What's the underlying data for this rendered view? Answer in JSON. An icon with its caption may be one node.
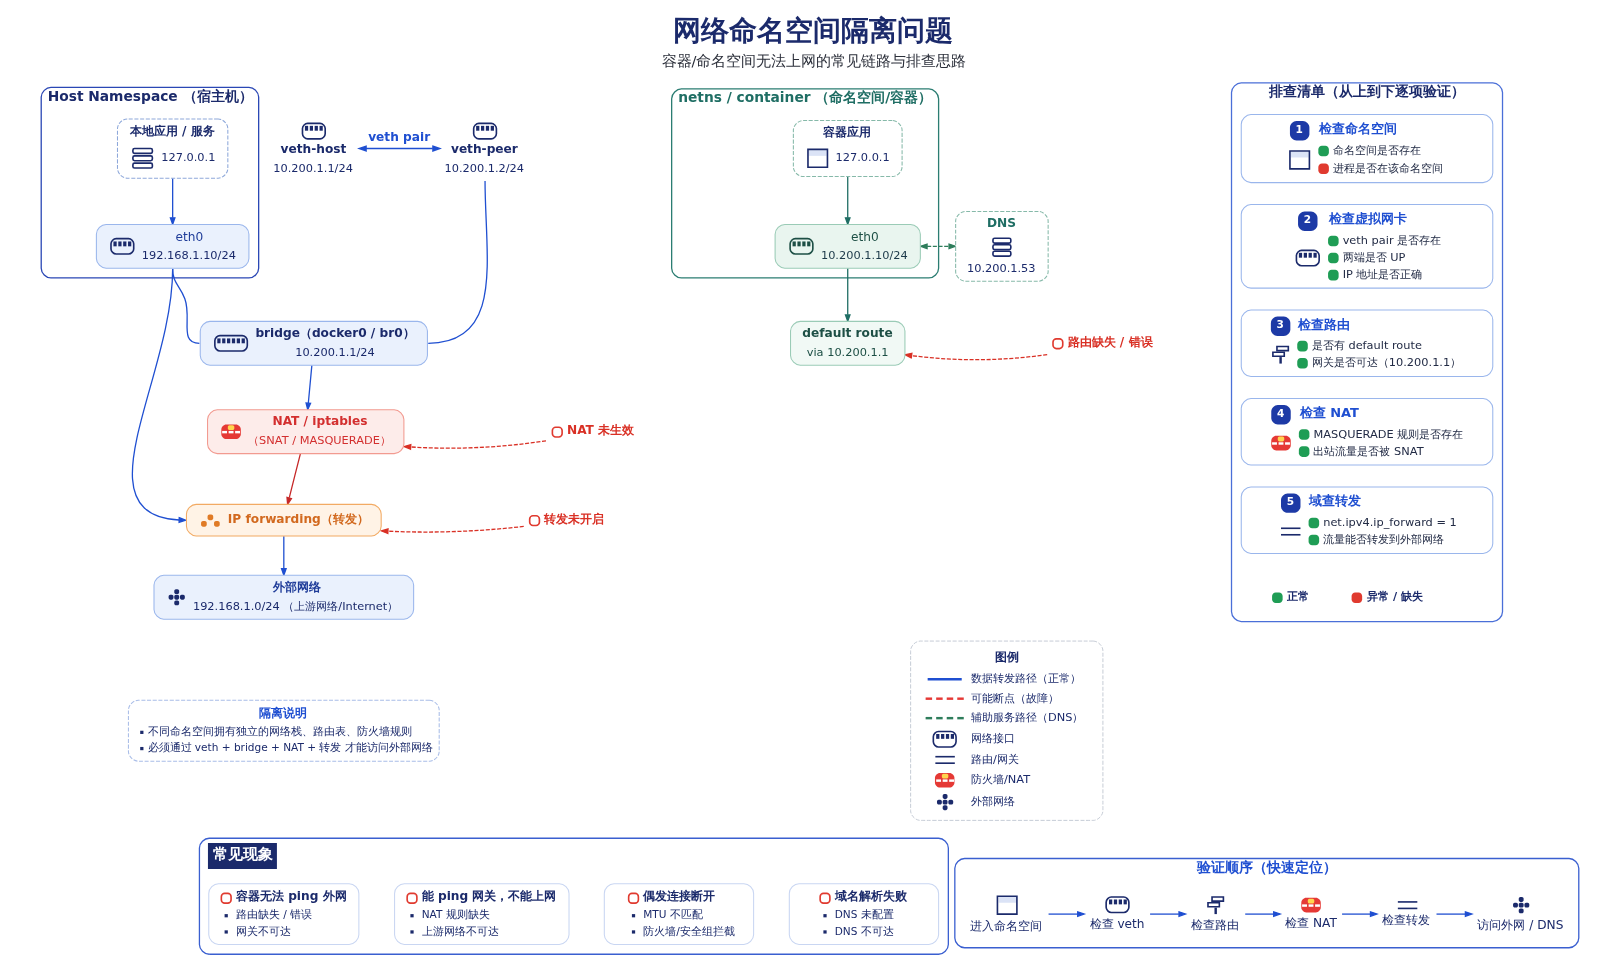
{
  "diagram": {
    "title": "网络命名空间隔离问题",
    "caption": "容器/命名空间无法上网的常见链路与排查思路",
    "nodes": [
      {
        "text": [
          "Host Namespace （宿主机）"
        ]
      },
      {
        "text": [
          "本地应用 / 服务",
          "127.0.0.1"
        ],
        "in": 0
      },
      {
        "text": [
          "eth0",
          "192.168.1.10/24"
        ],
        "in": 0
      },
      {
        "text": [
          "veth-host",
          "10.200.1.1/24"
        ]
      },
      {
        "text": [
          "veth-peer",
          "10.200.1.2/24"
        ]
      },
      {
        "text": [
          "netns / container （命名空间/容器）"
        ]
      },
      {
        "text": [
          "容器应用",
          "127.0.0.1"
        ],
        "in": 5
      },
      {
        "text": [
          "eth0",
          "10.200.1.10/24"
        ],
        "in": 5
      },
      {
        "text": [
          "DNS",
          "10.200.1.53"
        ]
      },
      {
        "text": [
          "default route",
          "via 10.200.1.1"
        ]
      },
      {
        "text": [
          "bridge（docker0 / br0）",
          "10.200.1.1/24"
        ]
      },
      {
        "text": [
          "NAT / iptables",
          "（SNAT / MASQUERADE）"
        ]
      },
      {
        "text": [
          "IP forwarding（转发）"
        ]
      },
      {
        "text": [
          "外部网络",
          "192.168.1.0/24 （上游网络/Internet）"
        ]
      },
      {
        "text": [
          "路由缺失 / 错误"
        ]
      },
      {
        "text": [
          "NAT 未生效"
        ]
      },
      {
        "text": [
          "转发未开启"
        ]
      },
      {
        "text": [
          "隔离说明",
          "不同命名空间拥有独立的网络栈、路由表、防火墙规则",
          "必须通过 veth + bridge + NAT + 转发 才能访问外部网络"
        ]
      },
      {
        "text": [
          "排查清单（从上到下逐项验证）"
        ]
      },
      {
        "text": [
          "1",
          "检查命名空间",
          "命名空间是否存在",
          "进程是否在该命名空间"
        ],
        "in": 18
      },
      {
        "text": [
          "2",
          "检查虚拟网卡",
          "veth pair 是否存在",
          "两端是否 UP",
          "IP 地址是否正确"
        ],
        "in": 18
      },
      {
        "text": [
          "3",
          "检查路由",
          "是否有 default route",
          "网关是否可达（10.200.1.1）"
        ],
        "in": 18
      },
      {
        "text": [
          "4",
          "检查 NAT",
          "MASQUERADE 规则是否存在",
          "出站流量是否被 SNAT"
        ],
        "in": 18
      },
      {
        "text": [
          "5",
          "域查转发",
          "net.ipv4.ip_forward = 1",
          "流量能否转发到外部网络"
        ],
        "in": 18
      },
      {
        "text": [
          "常见现象"
        ]
      },
      {
        "text": [
          "容器无法 ping 外网",
          "路由缺失 / 错误",
          "网关不可达"
        ],
        "in": 24
      },
      {
        "text": [
          "能 ping 网关，不能上网",
          "NAT 规则缺失",
          "上游网络不可达"
        ],
        "in": 24
      },
      {
        "text": [
          "偶发连接断开",
          "MTU 不匹配",
          "防火墙/安全组拦截"
        ],
        "in": 24
      },
      {
        "text": [
          "域名解析失败",
          "DNS 未配置",
          "DNS 不可达"
        ],
        "in": 24
      },
      {
        "text": [
          "验证顺序（快速定位）"
        ]
      },
      {
        "text": [
          "进入命名空间"
        ],
        "in": 29
      },
      {
        "text": [
          "检查 veth"
        ],
        "in": 29
      },
      {
        "text": [
          "检查路由"
        ],
        "in": 29
      },
      {
        "text": [
          "检查 NAT"
        ],
        "in": 29
      },
      {
        "text": [
          "检查转发"
        ],
        "in": 29
      },
      {
        "text": [
          "访问外网 / DNS"
        ],
        "in": 29
      }
    ],
    "edges": [
      {
        "from": 1,
        "to": 2,
        "arrow": "to"
      },
      {
        "from": 3,
        "to": 4,
        "arrow": "both",
        "label": "veth pair"
      },
      {
        "from": 6,
        "to": 7,
        "arrow": "to",
        "color": "#1f6e64"
      },
      {
        "from": 7,
        "to": 9,
        "arrow": "to",
        "color": "#1f6e64"
      },
      {
        "from": 7,
        "to": 8,
        "arrow": "both",
        "style": "dashed",
        "color": "#2e7d5b"
      },
      {
        "from": 4,
        "to": 10,
        "arrow": "none"
      },
      {
        "from": 2,
        "to": 10,
        "arrow": "none"
      },
      {
        "from": 2,
        "to": 12,
        "arrow": "to"
      },
      {
        "from": 10,
        "to": 11,
        "arrow": "to"
      },
      {
        "from": 11,
        "to": 12,
        "arrow": "to",
        "color": "#c62828"
      },
      {
        "from": 12,
        "to": 13,
        "arrow": "to"
      },
      {
        "from": 14,
        "to": 9,
        "arrow": "to",
        "style": "dashed",
        "color": "#d93025"
      },
      {
        "from": 15,
        "to": 11,
        "arrow": "to",
        "style": "dashed",
        "color": "#d93025"
      },
      {
        "from": 16,
        "to": 12,
        "arrow": "to",
        "style": "dashed",
        "color": "#d93025"
      },
      {
        "from": 30,
        "to": 31,
        "arrow": "to"
      },
      {
        "from": 31,
        "to": 32,
        "arrow": "to"
      },
      {
        "from": 32,
        "to": 33,
        "arrow": "to"
      },
      {
        "from": 33,
        "to": 34,
        "arrow": "to"
      },
      {
        "from": 34,
        "to": 35,
        "arrow": "to"
      }
    ],
    "labels": [
      "图例"
    ],
    "legend": [
      {
        "text": "数据转发路径（正常）"
      },
      {
        "text": "可能断点（故障）"
      },
      {
        "text": "辅助服务路径（DNS）"
      },
      {
        "text": "网络接口"
      },
      {
        "text": "路由/网关"
      },
      {
        "text": "防火墙/NAT"
      },
      {
        "text": "外部网络"
      },
      {
        "text": "正常"
      },
      {
        "text": "异常 / 缺失"
      }
    ]
  }
}
